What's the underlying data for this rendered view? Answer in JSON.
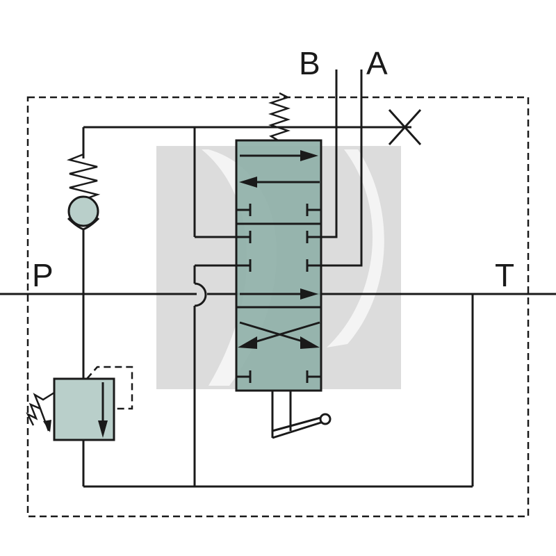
{
  "ports": {
    "p": "P",
    "t": "T",
    "a": "A",
    "b": "B"
  },
  "colors": {
    "valve_fill": "#8fb0a8",
    "relief_fill": "#b9cfca",
    "check_ball_fill": "#b9cfca",
    "watermark": "#d9d9d9",
    "line": "#1a1a1a"
  },
  "icons": {
    "spool_valve": "four-port-three-position-directional-valve-icon",
    "relief_valve": "pressure-relief-valve-icon",
    "check_valve": "spring-loaded-check-valve-icon",
    "lever": "manual-lever-icon",
    "plug": "blocked-port-cross-icon"
  }
}
